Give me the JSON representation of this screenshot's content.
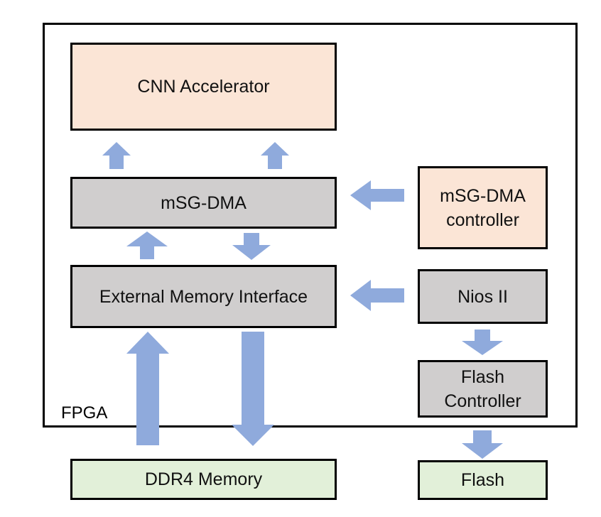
{
  "fpga": {
    "label": "FPGA"
  },
  "blocks": {
    "cnn_accelerator": "CNN Accelerator",
    "msgdma": "mSG-DMA",
    "msgdma_controller": "mSG-DMA\ncontroller",
    "external_memory_interface": "External Memory Interface",
    "nios_ii": "Nios II",
    "flash_controller": "Flash\nController",
    "ddr4_memory": "DDR4 Memory",
    "flash": "Flash"
  },
  "colors": {
    "peach": "#fbe5d6",
    "gray": "#d0cece",
    "green": "#e2f0d9",
    "arrow": "#8faadc",
    "border": "#000000"
  }
}
